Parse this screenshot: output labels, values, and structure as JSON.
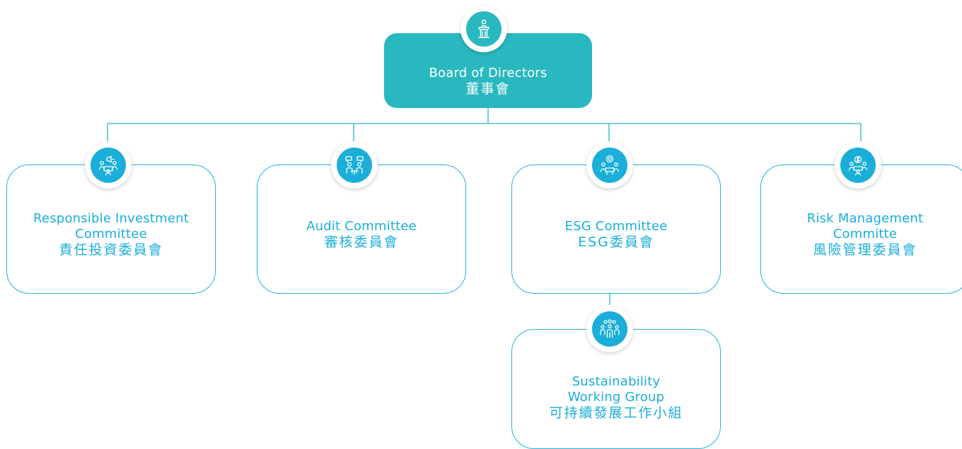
{
  "board": {
    "title_en": "Board of Directors",
    "title_zh": "董事會",
    "icon": "podium-speaker-icon"
  },
  "committees": [
    {
      "title_en_1": "Responsible Investment",
      "title_en_2": "Committee",
      "title_zh": "責任投資委員會",
      "icon": "meeting-megaphone-icon"
    },
    {
      "title_en_1": "Audit Committee",
      "title_zh": "審核委員會",
      "icon": "two-people-discussion-icon"
    },
    {
      "title_en_1": "ESG Committee",
      "title_zh": "ESG委員會",
      "icon": "meeting-gear-icon"
    },
    {
      "title_en_1": "Risk Management",
      "title_en_2": "Committe",
      "title_zh": "風險管理委員會",
      "icon": "meeting-dollar-icon"
    }
  ],
  "working_group": {
    "title_en_1": "Sustainability",
    "title_en_2": "Working Group",
    "title_zh": "可持續發展工作小組",
    "icon": "team-group-icon"
  },
  "colors": {
    "board_fill": "#2ab8c0",
    "committee_accent": "#1aaed9",
    "connector": "#2ab8c0"
  }
}
